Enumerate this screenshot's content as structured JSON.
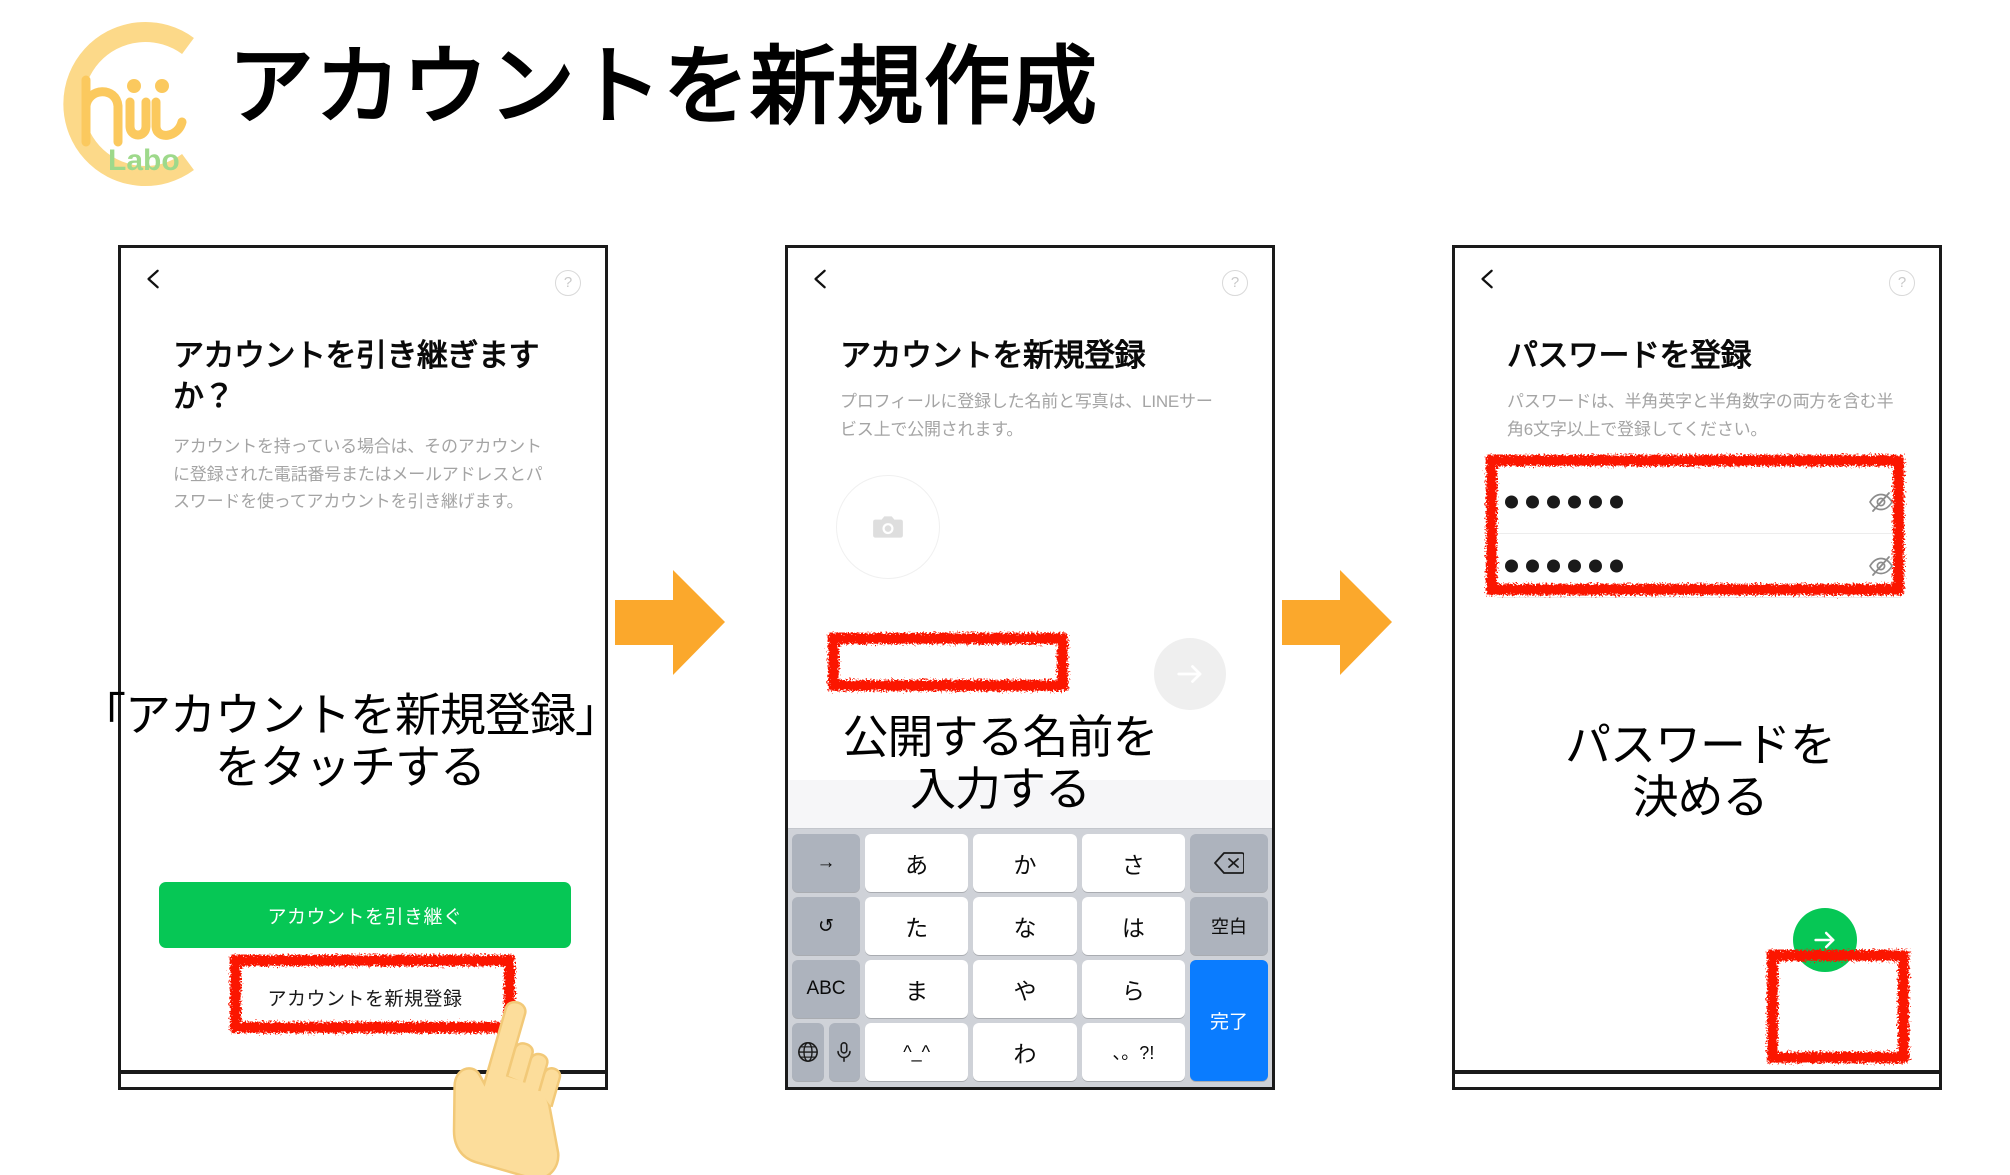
{
  "header": {
    "title": "アカウントを新規作成",
    "logo": {
      "name": "chiiLabo",
      "mark_text": "ii",
      "sub_text": "Labo",
      "ring_color": "#fcd989",
      "script_color": "#fbc95e",
      "label_color": "#9ed98b"
    }
  },
  "colors": {
    "line_green": "#06c755",
    "highlight_red": "#fb1604",
    "arrow_orange": "#fba82c",
    "keyboard_blue": "#0a7cff",
    "keyboard_bg": "#cfd2d8",
    "muted_text": "#a4a4a4"
  },
  "steps": [
    {
      "id": "step-1",
      "caption": "「アカウントを新規登録」\nをタッチする",
      "screen": {
        "nav": {
          "back_icon": "chevron-left-icon",
          "help_label": "?"
        },
        "title": "アカウントを引き継ぎますか？",
        "description": "アカウントを持っている場合は、そのアカウントに登録された電話番号またはメールアドレスとパスワードを使ってアカウントを引き継げます。",
        "primary_button": "アカウントを引き継ぐ",
        "secondary_button": "アカウントを新規登録"
      }
    },
    {
      "id": "step-2",
      "caption": "公開する名前を\n入力する",
      "screen": {
        "nav": {
          "back_icon": "chevron-left-icon",
          "help_label": "?"
        },
        "title": "アカウントを新規登録",
        "description": "プロフィールに登録した名前と写真は、LINEサービス上で公開されます。",
        "avatar_icon": "camera-icon",
        "name_field_value": "",
        "next_button_icon": "arrow-right-icon",
        "keyboard": {
          "type": "japanese-kana-12key",
          "suggestion_bar": "",
          "keys": [
            {
              "label": "→",
              "style": "fn"
            },
            {
              "label": "あ",
              "style": "char"
            },
            {
              "label": "か",
              "style": "char"
            },
            {
              "label": "さ",
              "style": "char"
            },
            {
              "label": "",
              "style": "fn",
              "icon": "backspace-icon"
            },
            {
              "label": "↺",
              "style": "fn"
            },
            {
              "label": "た",
              "style": "char"
            },
            {
              "label": "な",
              "style": "char"
            },
            {
              "label": "は",
              "style": "char"
            },
            {
              "label": "空白",
              "style": "fn"
            },
            {
              "label": "ABC",
              "style": "fn"
            },
            {
              "label": "ま",
              "style": "char"
            },
            {
              "label": "や",
              "style": "char"
            },
            {
              "label": "ら",
              "style": "char"
            },
            {
              "label": "完了",
              "style": "blue"
            },
            {
              "label": "",
              "style": "fn",
              "icon": "globe-icon"
            },
            {
              "label": "",
              "style": "fn",
              "icon": "microphone-icon"
            },
            {
              "label": "^_^",
              "style": "char"
            },
            {
              "label": "わ",
              "style": "char"
            },
            {
              "label": "、。?!",
              "style": "char"
            }
          ]
        }
      }
    },
    {
      "id": "step-3",
      "caption": "パスワードを\n決める",
      "screen": {
        "nav": {
          "back_icon": "chevron-left-icon",
          "help_label": "?"
        },
        "title": "パスワードを登録",
        "description": "パスワードは、半角英字と半角数字の両方を含む半角6文字以上で登録してください。",
        "password_fields": [
          {
            "name": "password",
            "masked_length": 6,
            "toggle_icon": "eye-off-icon"
          },
          {
            "name": "password-confirm",
            "masked_length": 6,
            "toggle_icon": "eye-off-icon"
          }
        ],
        "next_button_icon": "arrow-right-icon"
      }
    }
  ],
  "annotations": {
    "arrow_icon": "arrow-right-block-icon",
    "hand_icon": "pointing-hand-icon",
    "highlight_label": "red-highlight-box"
  }
}
